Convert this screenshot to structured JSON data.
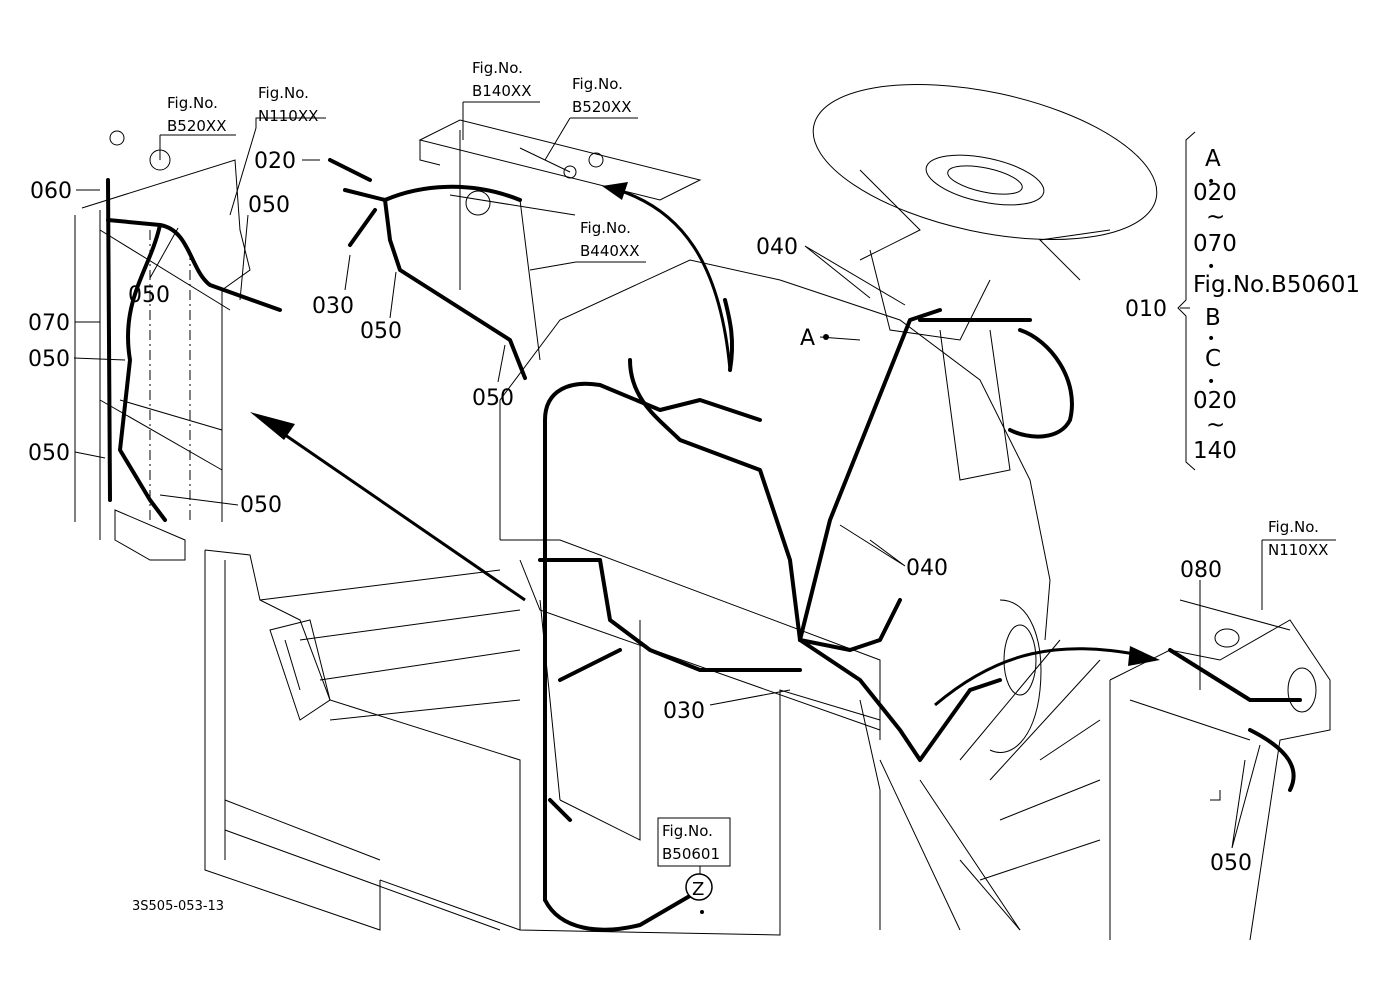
{
  "figure_code": "3S505-053-13",
  "figrefs": {
    "b520xx_left": {
      "line1": "Fig.No.",
      "line2": "B520XX"
    },
    "n110xx_top": {
      "line1": "Fig.No.",
      "line2": "N110XX"
    },
    "b140xx": {
      "line1": "Fig.No.",
      "line2": "B140XX"
    },
    "b520xx_right": {
      "line1": "Fig.No.",
      "line2": "B520XX"
    },
    "b440xx": {
      "line1": "Fig.No.",
      "line2": "B440XX"
    },
    "n110xx_right": {
      "line1": "Fig.No.",
      "line2": "N110XX"
    },
    "b50601_box": {
      "line1": "Fig.No.",
      "line2": "B50601"
    }
  },
  "callouts": {
    "c060": "060",
    "c070": "070",
    "c050_a": "050",
    "c050_b": "050",
    "c050_c": "050",
    "c050_d": "050",
    "c050_e": "050",
    "c020": "020",
    "c030_top": "030",
    "c050_f": "050",
    "c050_g": "050",
    "c040_top": "040",
    "c040_mid": "040",
    "c030_mid": "030",
    "c080": "080",
    "c050_right": "050",
    "point_a": "A",
    "point_z": "Z",
    "c010": "010"
  },
  "side_list": {
    "a": "A",
    "dot1": "•",
    "v020a": "020",
    "tilde1": "~",
    "v070": "070",
    "dot2": "•",
    "fig": "Fig.No.B50601",
    "b": "B",
    "dot3": "•",
    "c": "C",
    "dot4": "•",
    "v020b": "020",
    "tilde2": "~",
    "v140": "140"
  }
}
